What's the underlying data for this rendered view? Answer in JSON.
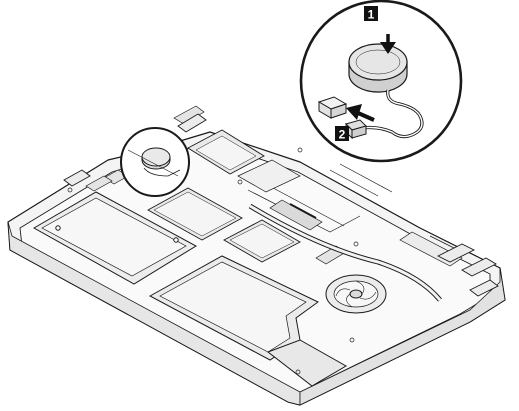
{
  "figure": {
    "kind": "laptop-bottom-view-coin-cell-battery-removal",
    "palette": {
      "line": "#1a1a1a",
      "body_fill": "#f4f4f4",
      "component_fill": "#ececec",
      "battery_fill": "#d8d8d8",
      "badge_bg": "#111111",
      "badge_text": "#ffffff"
    },
    "steps": [
      {
        "label": "1",
        "action": "arrow-down-icon"
      },
      {
        "label": "2",
        "action": "arrow-left-icon"
      }
    ]
  }
}
